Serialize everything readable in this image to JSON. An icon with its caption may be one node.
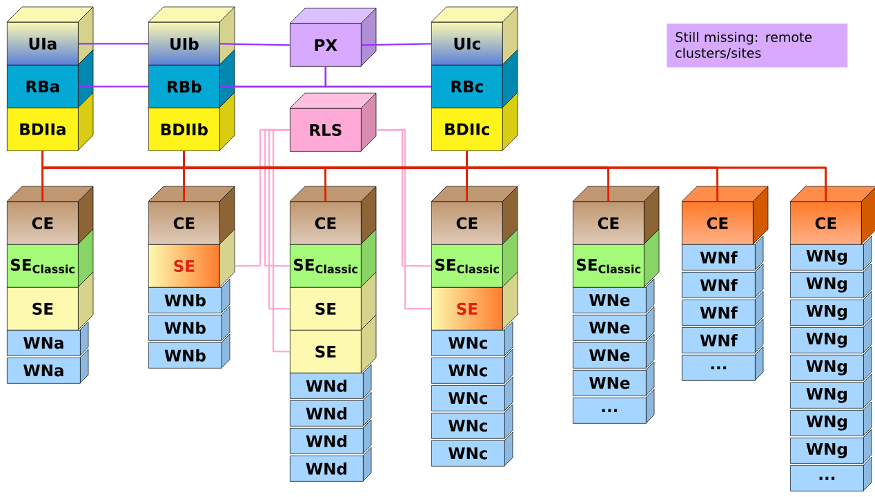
{
  "diagram": {
    "nodes": [
      {
        "text": [
          "UIa"
        ]
      },
      {
        "text": [
          "RBa"
        ]
      },
      {
        "text": [
          "BDIIa"
        ]
      },
      {
        "text": [
          "UIb"
        ]
      },
      {
        "text": [
          "RBb"
        ]
      },
      {
        "text": [
          "BDIIb"
        ]
      },
      {
        "text": [
          "PX"
        ]
      },
      {
        "text": [
          "UIc"
        ]
      },
      {
        "text": [
          "RBc"
        ]
      },
      {
        "text": [
          "BDIIc"
        ]
      },
      {
        "text": [
          "RLS"
        ]
      },
      {
        "text": [
          "Still missing: remote clusters/sites"
        ]
      },
      {
        "text": [
          "CE"
        ]
      },
      {
        "text": [
          "SE$_{Classic}$"
        ]
      },
      {
        "text": [
          "SE"
        ]
      },
      {
        "text": [
          "WNa"
        ]
      },
      {
        "text": [
          "WNa"
        ]
      },
      {
        "text": [
          "CE"
        ]
      },
      {
        "text": [
          "SE"
        ]
      },
      {
        "text": [
          "WNb"
        ]
      },
      {
        "text": [
          "WNb"
        ]
      },
      {
        "text": [
          "WNb"
        ]
      },
      {
        "text": [
          "CE"
        ]
      },
      {
        "text": [
          "SE$_{Classic}$"
        ]
      },
      {
        "text": [
          "SE"
        ]
      },
      {
        "text": [
          "SE"
        ]
      },
      {
        "text": [
          "WNd"
        ]
      },
      {
        "text": [
          "WNd"
        ]
      },
      {
        "text": [
          "WNd"
        ]
      },
      {
        "text": [
          "WNd"
        ]
      },
      {
        "text": [
          "CE"
        ]
      },
      {
        "text": [
          "SE$_{Classic}$"
        ]
      },
      {
        "text": [
          "SE"
        ]
      },
      {
        "text": [
          "WNc"
        ]
      },
      {
        "text": [
          "WNc"
        ]
      },
      {
        "text": [
          "WNc"
        ]
      },
      {
        "text": [
          "WNc"
        ]
      },
      {
        "text": [
          "WNc"
        ]
      },
      {
        "text": [
          "CE"
        ]
      },
      {
        "text": [
          "SE$_{Classic}$"
        ]
      },
      {
        "text": [
          "WNe"
        ]
      },
      {
        "text": [
          "WNe"
        ]
      },
      {
        "text": [
          "WNe"
        ]
      },
      {
        "text": [
          "WNe"
        ]
      },
      {
        "text": [
          "..."
        ]
      },
      {
        "text": [
          "CE"
        ]
      },
      {
        "text": [
          "WNf"
        ]
      },
      {
        "text": [
          "WNf"
        ]
      },
      {
        "text": [
          "WNf"
        ]
      },
      {
        "text": [
          "WNf"
        ]
      },
      {
        "text": [
          "..."
        ]
      },
      {
        "text": [
          "CE"
        ]
      },
      {
        "text": [
          "WNg"
        ]
      },
      {
        "text": [
          "WNg"
        ]
      },
      {
        "text": [
          "WNg"
        ]
      },
      {
        "text": [
          "WNg"
        ]
      },
      {
        "text": [
          "WNg"
        ]
      },
      {
        "text": [
          "WNg"
        ]
      },
      {
        "text": [
          "WNg"
        ]
      },
      {
        "text": [
          "WNg"
        ]
      },
      {
        "text": [
          "..."
        ]
      }
    ],
    "edges": [
      {
        "from": 0,
        "to": 3,
        "arrow": "none",
        "color": "#9933ff"
      },
      {
        "from": 3,
        "to": 6,
        "arrow": "none",
        "color": "#9933ff"
      },
      {
        "from": 6,
        "to": 7,
        "arrow": "none",
        "color": "#9933ff"
      },
      {
        "from": 1,
        "to": 4,
        "arrow": "none",
        "color": "#9933ff"
      },
      {
        "from": 4,
        "to": 8,
        "arrow": "none",
        "color": "#9933ff"
      },
      {
        "from": 6,
        "to": 4,
        "arrow": "none",
        "color": "#9933ff"
      },
      {
        "from": 6,
        "to": 8,
        "arrow": "none",
        "color": "#9933ff"
      },
      {
        "from": 10,
        "to": 18,
        "arrow": "none",
        "color": "#ffaad4"
      },
      {
        "from": 10,
        "to": 23,
        "arrow": "none",
        "color": "#ffaad4"
      },
      {
        "from": 10,
        "to": 24,
        "arrow": "none",
        "color": "#ffaad4"
      },
      {
        "from": 10,
        "to": 25,
        "arrow": "none",
        "color": "#ffaad4"
      },
      {
        "from": 10,
        "to": 31,
        "arrow": "none",
        "color": "#ffaad4"
      },
      {
        "from": 10,
        "to": 32,
        "arrow": "none",
        "color": "#ffaad4"
      },
      {
        "from": 2,
        "to": 12,
        "arrow": "none"
      },
      {
        "from": 2,
        "to": 17,
        "arrow": "none"
      },
      {
        "from": 2,
        "to": 22,
        "arrow": "none"
      },
      {
        "from": 2,
        "to": 30,
        "arrow": "none"
      },
      {
        "from": 2,
        "to": 38,
        "arrow": "none"
      },
      {
        "from": 2,
        "to": 45,
        "arrow": "none"
      },
      {
        "from": 2,
        "to": 51,
        "arrow": "none"
      },
      {
        "from": 5,
        "to": 12,
        "arrow": "none"
      },
      {
        "from": 5,
        "to": 17,
        "arrow": "none"
      },
      {
        "from": 5,
        "to": 22,
        "arrow": "none"
      },
      {
        "from": 5,
        "to": 30,
        "arrow": "none"
      },
      {
        "from": 5,
        "to": 38,
        "arrow": "none"
      },
      {
        "from": 5,
        "to": 45,
        "arrow": "none"
      },
      {
        "from": 5,
        "to": 51,
        "arrow": "none"
      },
      {
        "from": 9,
        "to": 12,
        "arrow": "none"
      },
      {
        "from": 9,
        "to": 17,
        "arrow": "none"
      },
      {
        "from": 9,
        "to": 22,
        "arrow": "none"
      },
      {
        "from": 9,
        "to": 30,
        "arrow": "none"
      },
      {
        "from": 9,
        "to": 38,
        "arrow": "none"
      },
      {
        "from": 9,
        "to": 45,
        "arrow": "none"
      },
      {
        "from": 9,
        "to": 51,
        "arrow": "none"
      }
    ]
  }
}
